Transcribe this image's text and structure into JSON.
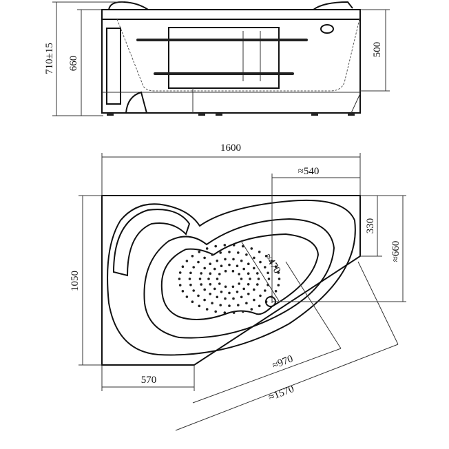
{
  "title": "Corner bathtub technical drawing",
  "side_view": {
    "dim_total_height": "710±15",
    "dim_body_height": "660",
    "dim_depth": "500"
  },
  "top_view": {
    "dim_length": "1600",
    "dim_width": "1050",
    "dim_right_offset": "≈540",
    "dim_right_short": "330",
    "dim_right_long": "≈660",
    "dim_inner_width": "≈470",
    "dim_inner_length": "≈970",
    "dim_left_bottom": "570",
    "dim_diagonal": "≈1570"
  }
}
